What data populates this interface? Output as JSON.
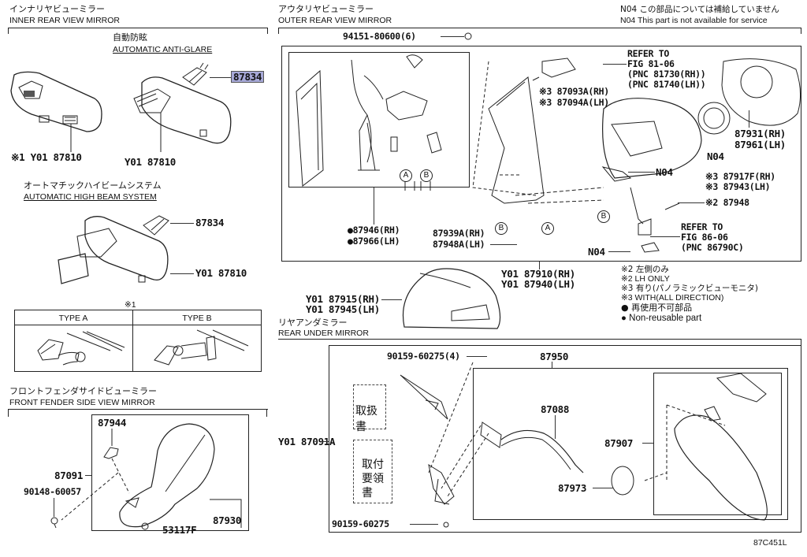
{
  "inner_mirror": {
    "title_jp": "インナリヤビューミラー",
    "title_en": "INNER REAR VIEW MIRROR",
    "anti_glare_jp": "自動防眩",
    "anti_glare_en": "AUTOMATIC ANTI-GLARE",
    "part_87834_highlighted": "87834",
    "label_mirror_left": "※1 Y01 87810",
    "label_mirror_right": "Y01 87810",
    "high_beam_jp": "オートマチックハイビームシステム",
    "high_beam_en": "AUTOMATIC HIGH BEAM SYSTEM",
    "hb_87834": "87834",
    "hb_87810": "Y01 87810",
    "type_note": "※1",
    "type_a": "TYPE A",
    "type_b": "TYPE B"
  },
  "fender_mirror": {
    "title_jp": "フロントフェンダサイドビューミラー",
    "title_en": "FRONT FENDER SIDE VIEW MIRROR",
    "parts": {
      "p87944": "87944",
      "p87091": "87091",
      "p90148": "90148-60057",
      "p87930": "87930",
      "p53117F": "53117F"
    }
  },
  "outer_mirror": {
    "title_jp": "アウタリヤビューミラー",
    "title_en": "OUTER REAR VIEW MIRROR",
    "n04_note_jp": "N04 この部品については補給していません",
    "n04_note_en": "N04 This part is not available for service",
    "parts": {
      "p94151": "94151-80600(6)",
      "refer1_line1": "REFER TO",
      "refer1_line2": "FIG 81-06",
      "refer1_line3": "(PNC 81730(RH))",
      "refer1_line4": "(PNC 81740(LH))",
      "p87093A": "※3 87093A(RH)",
      "p87094A": "※3 87094A(LH)",
      "p87931": "87931(RH)",
      "p87961": "87961(LH)",
      "n04_a": "N04",
      "n04_b": "N04",
      "n04_c": "N04",
      "p87917F": "※3 87917F(RH)",
      "p87943": "※3 87943(LH)",
      "p87948": "※2 87948",
      "refer2_line1": "REFER TO",
      "refer2_line2": "FIG 86-06",
      "refer2_line3": "(PNC 86790C)",
      "p87946": "●87946(RH)",
      "p87966": "●87966(LH)",
      "p87939A": "87939A(RH)",
      "p87948A": "87948A(LH)",
      "p87910": "Y01 87910(RH)",
      "p87940": "Y01 87940(LH)",
      "p87915": "Y01 87915(RH)",
      "p87945": "Y01 87945(LH)",
      "circle_a": "A",
      "circle_b": "B"
    },
    "legend": [
      "※2 左側のみ",
      "※2 LH ONLY",
      "※3 有り(パノラミックビューモニタ)",
      "※3 WITH(ALL DIRECTION)",
      "● 再使用不可部品",
      "● Non-reusable part"
    ]
  },
  "rear_under_mirror": {
    "title_jp": "リヤアンダミラー",
    "title_en": "REAR UNDER MIRROR",
    "parts": {
      "p90159_4": "90159-60275(4)",
      "p87950": "87950",
      "p87088": "87088",
      "p87091A": "Y01 87091A",
      "p87907": "87907",
      "p87973": "87973",
      "p90159": "90159-60275",
      "doc1": "取扱書",
      "doc2_line1": "取付",
      "doc2_line2": "要領書"
    }
  },
  "figure_id": "87C451L"
}
